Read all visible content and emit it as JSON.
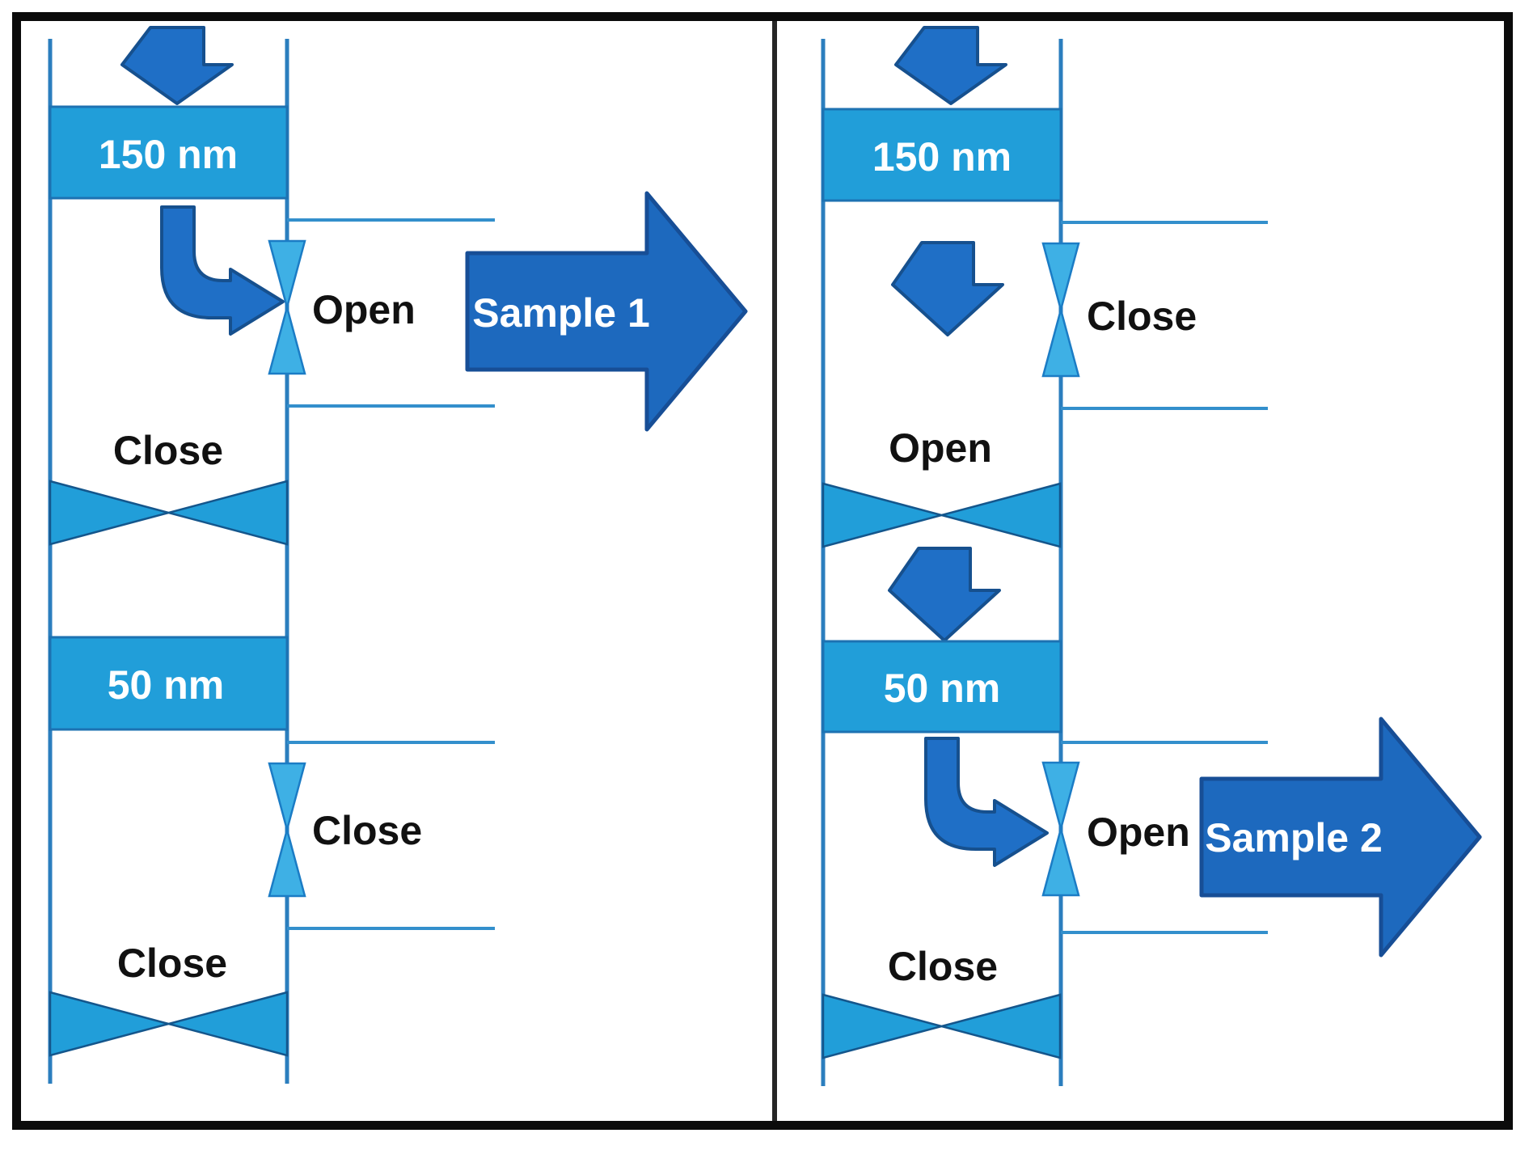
{
  "diagram": {
    "description": "Two-step dead-end filtration schematic with valve states for collecting two samples",
    "panel1": {
      "filter_top_label": "150 nm",
      "filter_bottom_label": "50 nm",
      "branch_valve_top_label": "Open",
      "main_valve_mid_label": "Close",
      "branch_valve_bottom_label": "Close",
      "main_valve_bottom_label": "Close",
      "sample_arrow_label": "Sample 1"
    },
    "panel2": {
      "filter_top_label": "150 nm",
      "filter_bottom_label": "50 nm",
      "branch_valve_top_label": "Close",
      "main_valve_mid_label": "Open",
      "branch_valve_bottom_label": "Open",
      "main_valve_bottom_label": "Close",
      "sample_arrow_label": "Sample 2"
    },
    "icons": {
      "inlet_arrow": "down-block-arrow",
      "flow_arrow": "down-block-arrow",
      "elbow_arrow": "elbow-down-right-arrow",
      "branch_valve": "bowtie-valve-vertical",
      "main_valve": "bowtie-valve-horizontal",
      "sample_arrow": "right-block-arrow"
    },
    "colors": {
      "filter_fill": "#219ED9",
      "main_valve_fill": "#219ED9",
      "branch_valve_fill": "#3EB0E5",
      "flow_arrow_fill": "#1F6FC6",
      "sample_arrow_fill": "#1D69BE",
      "pipe_stroke": "#2B7EBE",
      "branch_stroke": "#338FCC",
      "frame_stroke": "#0B0B0B",
      "label_dark": "#111111",
      "label_light": "#FFFFFF"
    }
  }
}
